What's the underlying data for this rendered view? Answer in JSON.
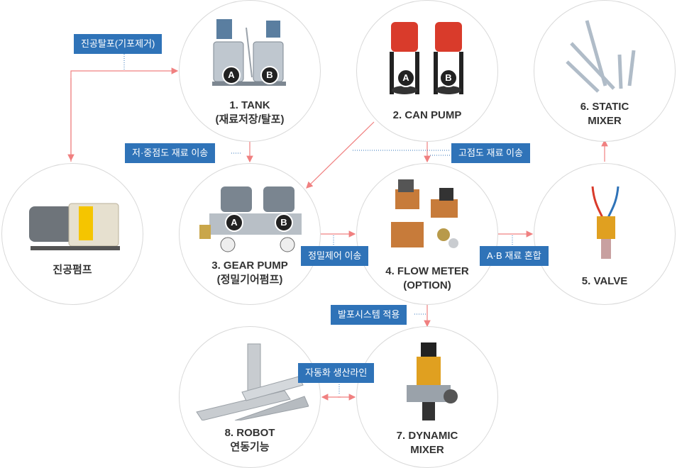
{
  "nodes": {
    "tank": {
      "line1": "1. TANK",
      "line2": "(재료저장/탈포)"
    },
    "can_pump": {
      "line1": "2. CAN PUMP"
    },
    "gear_pump": {
      "line1": "3. GEAR PUMP",
      "line2": "(정밀기어펌프)"
    },
    "flow_meter": {
      "line1": "4. FLOW METER",
      "line2": "(OPTION)"
    },
    "valve": {
      "line1": "5. VALVE"
    },
    "static_mixer": {
      "line1": "6. STATIC",
      "line2": "MIXER"
    },
    "dynamic_mixer": {
      "line1": "7. DYNAMIC",
      "line2": "MIXER"
    },
    "robot": {
      "line1": "8. ROBOT",
      "line2": "연동기능"
    },
    "vacuum_pump": {
      "line1": "진공펌프"
    }
  },
  "badges": {
    "a": "A",
    "b": "B"
  },
  "tags": {
    "degas": "진공탈포(기포제거)",
    "low_mid_transfer": "저·중점도 재료 이송",
    "high_transfer": "고점도 재료 이송",
    "precision_transfer": "정밀제어 이송",
    "ab_mix": "A·B 재료 혼합",
    "foam_system": "발포시스템 적용",
    "automation": "자동화 생산라인"
  },
  "colors": {
    "tag_bg": "#2f73b8",
    "arrow": "#f08080",
    "node_border": "#d9d9d9",
    "text": "#333333"
  }
}
